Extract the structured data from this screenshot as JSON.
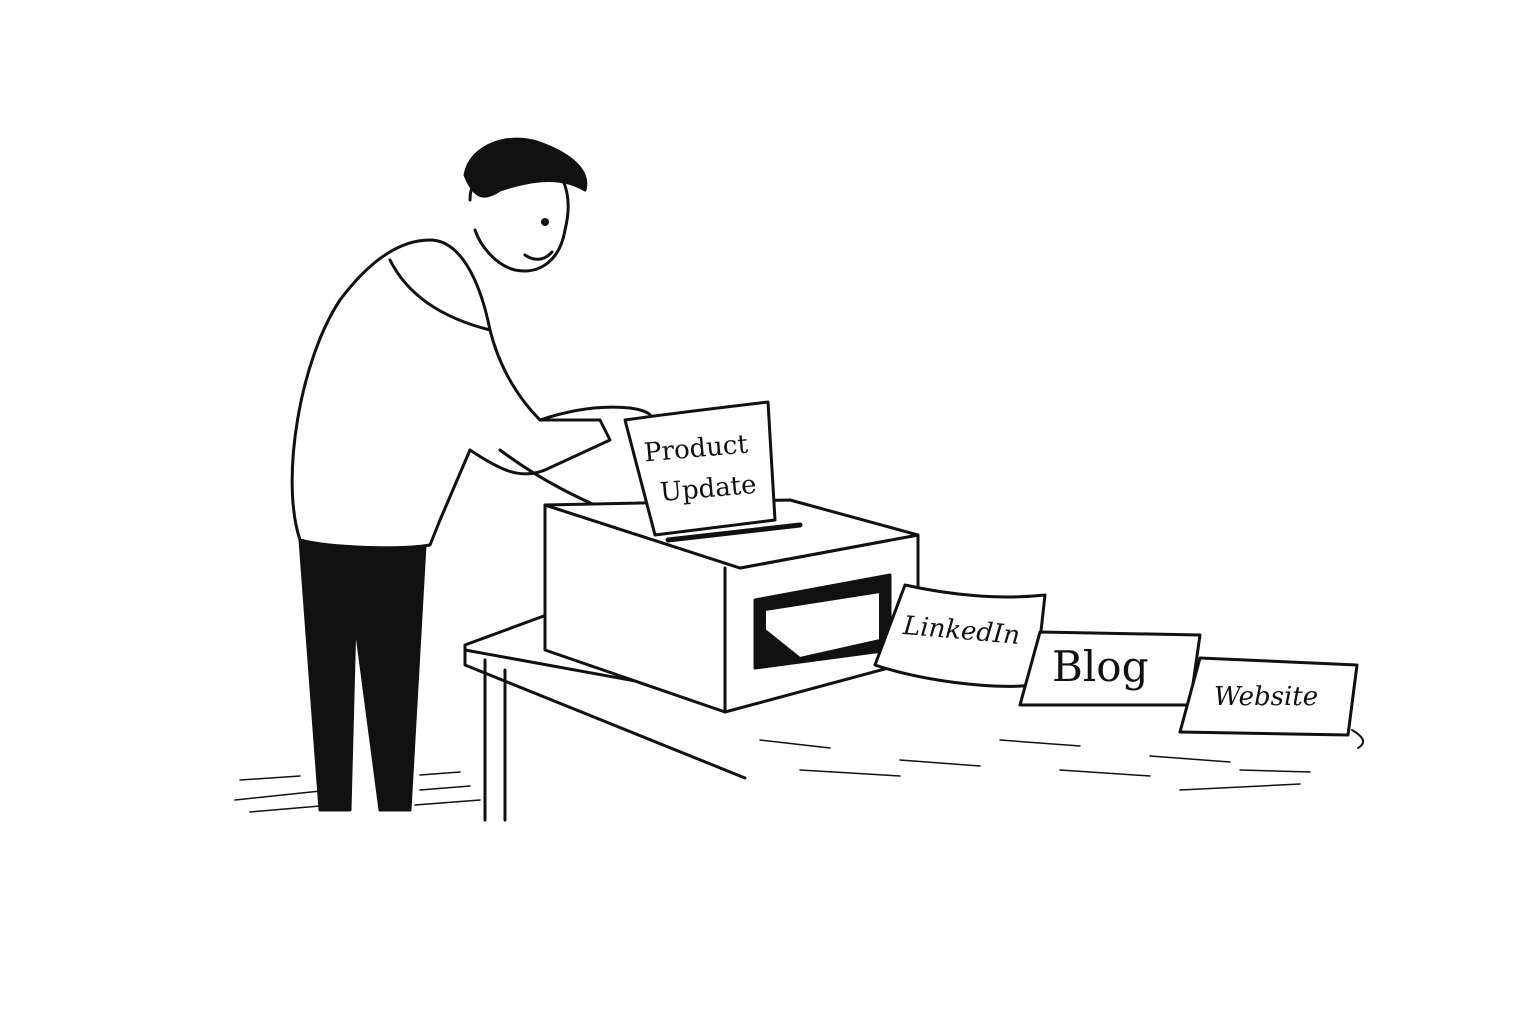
{
  "illustration": {
    "description": "Sketch of a man feeding a paper into a box machine on a table; papers come out the side",
    "input_paper": {
      "line1": "Product",
      "line2": "Update"
    },
    "output_papers": [
      {
        "label": "LinkedIn"
      },
      {
        "label": "Blog"
      },
      {
        "label": "Website"
      }
    ],
    "colors": {
      "ink": "#111111",
      "background": "#ffffff"
    }
  }
}
